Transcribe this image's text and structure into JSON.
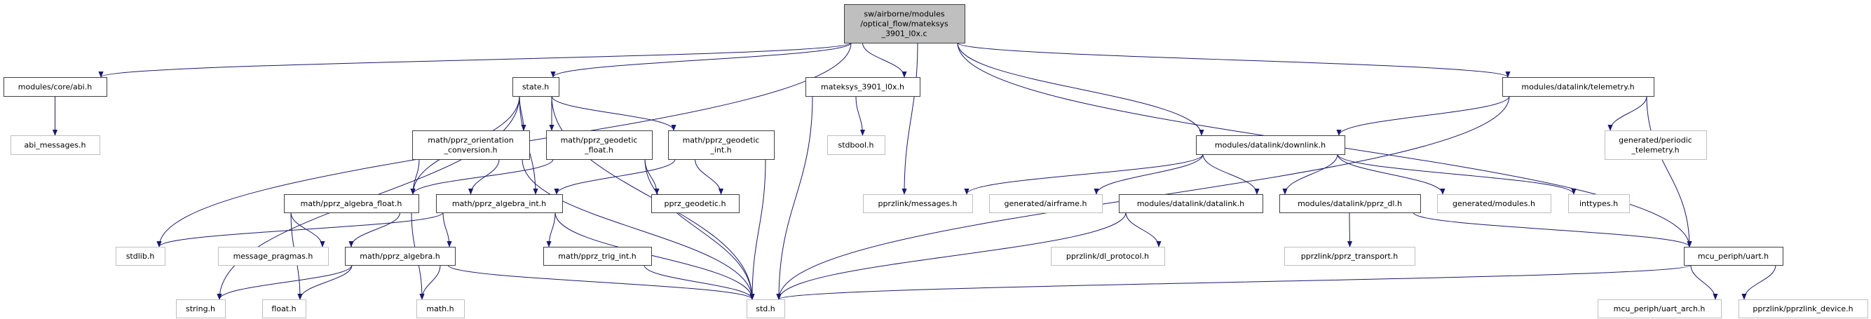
{
  "colors": {
    "edge": "#191970",
    "focus_fill": "#bfbfbf",
    "focus_border": "#404040",
    "documented_border": "#404040",
    "external_border": "#bfbfbf",
    "fill": "#ffffff"
  },
  "nodes": [
    {
      "lines": [
        "sw/airborne/modules",
        "/optical_flow/mateksys",
        "_3901_l0x.c"
      ],
      "kind": "focus"
    },
    {
      "lines": [
        "modules/core/abi.h"
      ],
      "kind": "documented"
    },
    {
      "lines": [
        "state.h"
      ],
      "kind": "documented"
    },
    {
      "lines": [
        "mateksys_3901_l0x.h"
      ],
      "kind": "documented"
    },
    {
      "lines": [
        "modules/datalink/telemetry.h"
      ],
      "kind": "documented"
    },
    {
      "lines": [
        "abi_messages.h"
      ],
      "kind": "external"
    },
    {
      "lines": [
        "math/pprz_orientation",
        "_conversion.h"
      ],
      "kind": "documented"
    },
    {
      "lines": [
        "math/pprz_geodetic",
        "_float.h"
      ],
      "kind": "documented"
    },
    {
      "lines": [
        "math/pprz_geodetic",
        "_int.h"
      ],
      "kind": "documented"
    },
    {
      "lines": [
        "stdbool.h"
      ],
      "kind": "external"
    },
    {
      "lines": [
        "modules/datalink/downlink.h"
      ],
      "kind": "documented"
    },
    {
      "lines": [
        "generated/periodic",
        "_telemetry.h"
      ],
      "kind": "external"
    },
    {
      "lines": [
        "math/pprz_algebra_float.h"
      ],
      "kind": "documented"
    },
    {
      "lines": [
        "math/pprz_algebra_int.h"
      ],
      "kind": "documented"
    },
    {
      "lines": [
        "pprz_geodetic.h"
      ],
      "kind": "documented"
    },
    {
      "lines": [
        "pprzlink/messages.h"
      ],
      "kind": "external"
    },
    {
      "lines": [
        "generated/airframe.h"
      ],
      "kind": "external"
    },
    {
      "lines": [
        "modules/datalink/datalink.h"
      ],
      "kind": "documented"
    },
    {
      "lines": [
        "modules/datalink/pprz_dl.h"
      ],
      "kind": "documented"
    },
    {
      "lines": [
        "generated/modules.h"
      ],
      "kind": "external"
    },
    {
      "lines": [
        "inttypes.h"
      ],
      "kind": "external"
    },
    {
      "lines": [
        "stdlib.h"
      ],
      "kind": "external"
    },
    {
      "lines": [
        "message_pragmas.h"
      ],
      "kind": "external"
    },
    {
      "lines": [
        "math/pprz_algebra.h"
      ],
      "kind": "documented"
    },
    {
      "lines": [
        "math/pprz_trig_int.h"
      ],
      "kind": "documented"
    },
    {
      "lines": [
        "pprzlink/dl_protocol.h"
      ],
      "kind": "external"
    },
    {
      "lines": [
        "pprzlink/pprz_transport.h"
      ],
      "kind": "external"
    },
    {
      "lines": [
        "mcu_periph/uart.h"
      ],
      "kind": "documented"
    },
    {
      "lines": [
        "string.h"
      ],
      "kind": "external"
    },
    {
      "lines": [
        "float.h"
      ],
      "kind": "external"
    },
    {
      "lines": [
        "math.h"
      ],
      "kind": "external"
    },
    {
      "lines": [
        "std.h"
      ],
      "kind": "external"
    },
    {
      "lines": [
        "mcu_periph/uart_arch.h"
      ],
      "kind": "external"
    },
    {
      "lines": [
        "pprzlink/pprzlink_device.h"
      ],
      "kind": "external"
    }
  ],
  "edges": [
    [
      0,
      1
    ],
    [
      0,
      2
    ],
    [
      0,
      21
    ],
    [
      0,
      3
    ],
    [
      0,
      15
    ],
    [
      0,
      10
    ],
    [
      0,
      4
    ],
    [
      0,
      27
    ],
    [
      1,
      5
    ],
    [
      2,
      28
    ],
    [
      2,
      12
    ],
    [
      2,
      13
    ],
    [
      2,
      6
    ],
    [
      2,
      7
    ],
    [
      2,
      8
    ],
    [
      2,
      31
    ],
    [
      6,
      12
    ],
    [
      6,
      13
    ],
    [
      6,
      31
    ],
    [
      7,
      12
    ],
    [
      7,
      14
    ],
    [
      7,
      31
    ],
    [
      8,
      13
    ],
    [
      8,
      14
    ],
    [
      8,
      31
    ],
    [
      12,
      29
    ],
    [
      12,
      22
    ],
    [
      12,
      23
    ],
    [
      12,
      30
    ],
    [
      13,
      21
    ],
    [
      13,
      23
    ],
    [
      13,
      24
    ],
    [
      13,
      31
    ],
    [
      23,
      28
    ],
    [
      23,
      29
    ],
    [
      23,
      30
    ],
    [
      23,
      31
    ],
    [
      24,
      31
    ],
    [
      3,
      9
    ],
    [
      3,
      31
    ],
    [
      10,
      15
    ],
    [
      10,
      16
    ],
    [
      10,
      17
    ],
    [
      10,
      18
    ],
    [
      10,
      19
    ],
    [
      10,
      20
    ],
    [
      4,
      10
    ],
    [
      4,
      11
    ],
    [
      4,
      27
    ],
    [
      4,
      31
    ],
    [
      17,
      25
    ],
    [
      17,
      31
    ],
    [
      18,
      26
    ],
    [
      18,
      27
    ],
    [
      27,
      31
    ],
    [
      27,
      32
    ],
    [
      27,
      33
    ]
  ]
}
